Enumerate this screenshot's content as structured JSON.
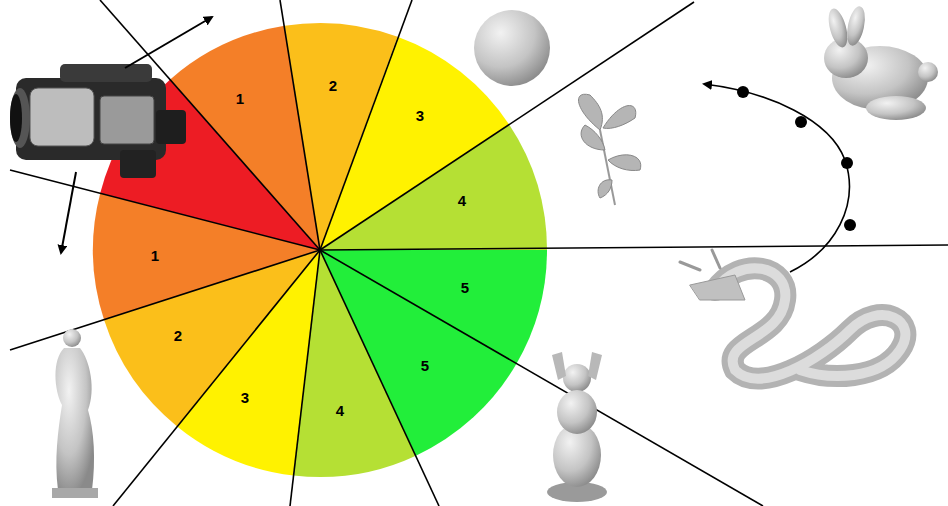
{
  "diagram": {
    "labels": [
      "1",
      "2",
      "3",
      "4",
      "5",
      "1",
      "2",
      "3",
      "4",
      "5"
    ]
  }
}
